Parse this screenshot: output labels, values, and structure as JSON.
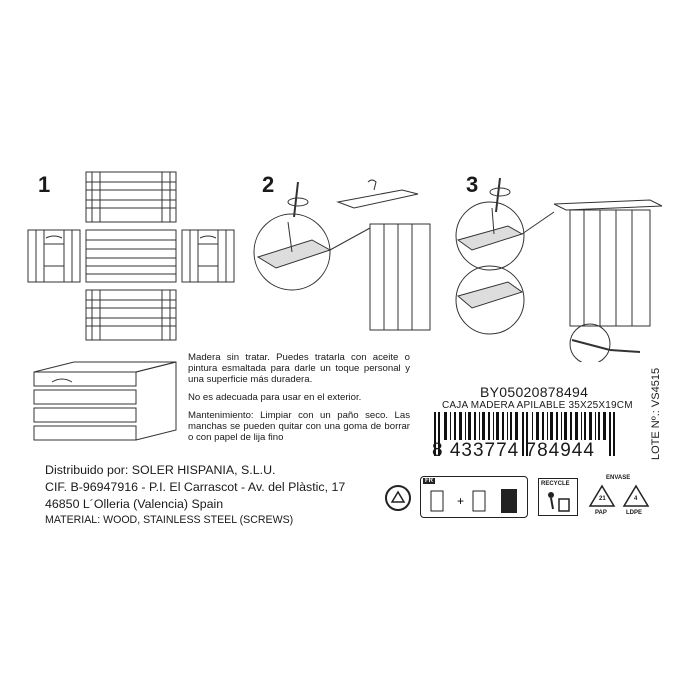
{
  "steps": [
    "1",
    "2",
    "3"
  ],
  "instructions": {
    "p1": "Madera sin tratar. Puedes tratarla con aceite o pintura esmaltada para darle un toque personal y una superficie más duradera.",
    "p2": "No es adecuada para usar en el exterior.",
    "p3": "Mantenimiento: Limpiar con un paño seco. Las manchas se pueden quitar con una goma de borrar o con papel de lija fino"
  },
  "product": {
    "sku": "BY05020878494",
    "description": "CAJA MADERA APILABLE 35X25X19CM",
    "barcode_digits": "8 433774 784944",
    "lote": "LOTE Nº.: VS4515"
  },
  "distributor": {
    "line1": "Distribuido por: SOLER HISPANIA, S.L.U.",
    "line2": "CIF. B-96947916 - P.I. El Carrascot - Av. del Plàstic, 17",
    "line3": "46850 L´Olleria (Valencia) Spain"
  },
  "material": "MATERIAL: WOOD, STAINLESS STEEL (SCREWS)",
  "recycling": {
    "fr_label": "FR",
    "recycle_label": "RECYCLE",
    "envase_label": "ENVASE",
    "pap_code": "21",
    "pap_label": "PAP",
    "ldpe_code": "4",
    "ldpe_label": "LDPE"
  }
}
